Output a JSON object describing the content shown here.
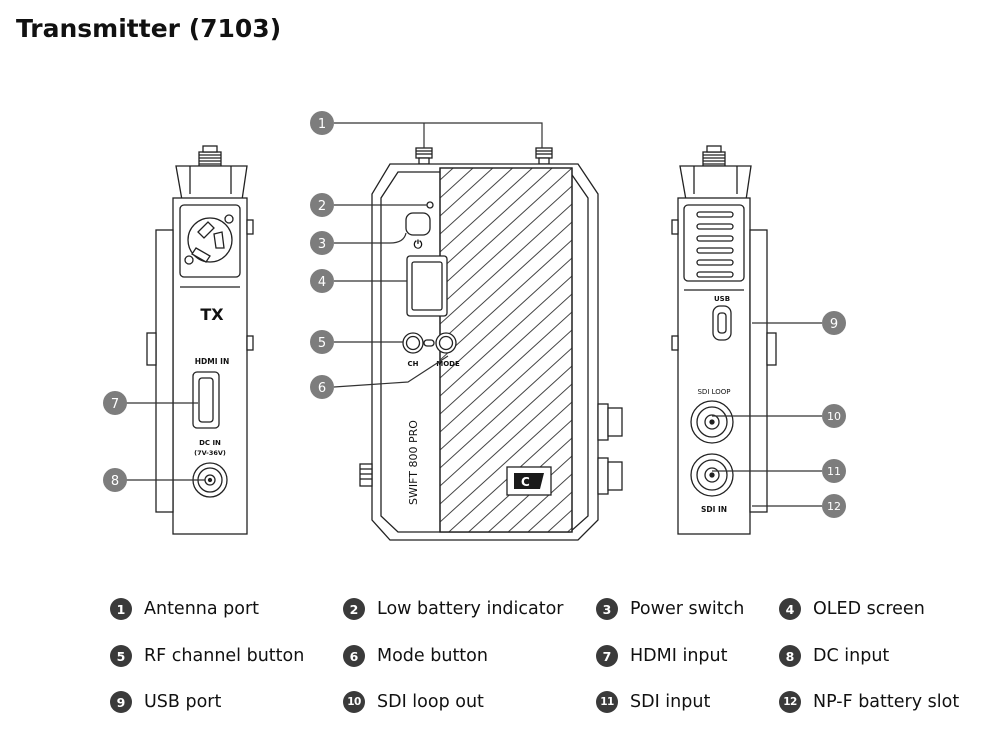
{
  "title": "Transmitter (7103)",
  "device": {
    "left_side": {
      "tx_label": "TX",
      "hdmi_label": "HDMI IN",
      "dc_label": "DC IN",
      "dc_range": "(7V-36V)"
    },
    "front": {
      "power_symbol": "⏻",
      "ch_label": "CH",
      "mode_label": "MODE",
      "model_name": "SWIFT 800 PRO",
      "logo_text": "C"
    },
    "right_side": {
      "usb_label": "USB",
      "sdi_loop_label": "SDI LOOP",
      "sdi_in_label": "SDI IN"
    }
  },
  "callouts": [
    "1",
    "2",
    "3",
    "4",
    "5",
    "6",
    "7",
    "8",
    "9",
    "10",
    "11",
    "12"
  ],
  "legend": [
    {
      "num": "1",
      "label": "Antenna port"
    },
    {
      "num": "2",
      "label": "Low battery indicator"
    },
    {
      "num": "3",
      "label": "Power switch"
    },
    {
      "num": "4",
      "label": "OLED screen"
    },
    {
      "num": "5",
      "label": "RF channel button"
    },
    {
      "num": "6",
      "label": "Mode button"
    },
    {
      "num": "7",
      "label": "HDMI input"
    },
    {
      "num": "8",
      "label": "DC input"
    },
    {
      "num": "9",
      "label": "USB port"
    },
    {
      "num": "10",
      "label": "SDI loop out"
    },
    {
      "num": "11",
      "label": "SDI input"
    },
    {
      "num": "12",
      "label": "NP-F battery slot"
    }
  ]
}
